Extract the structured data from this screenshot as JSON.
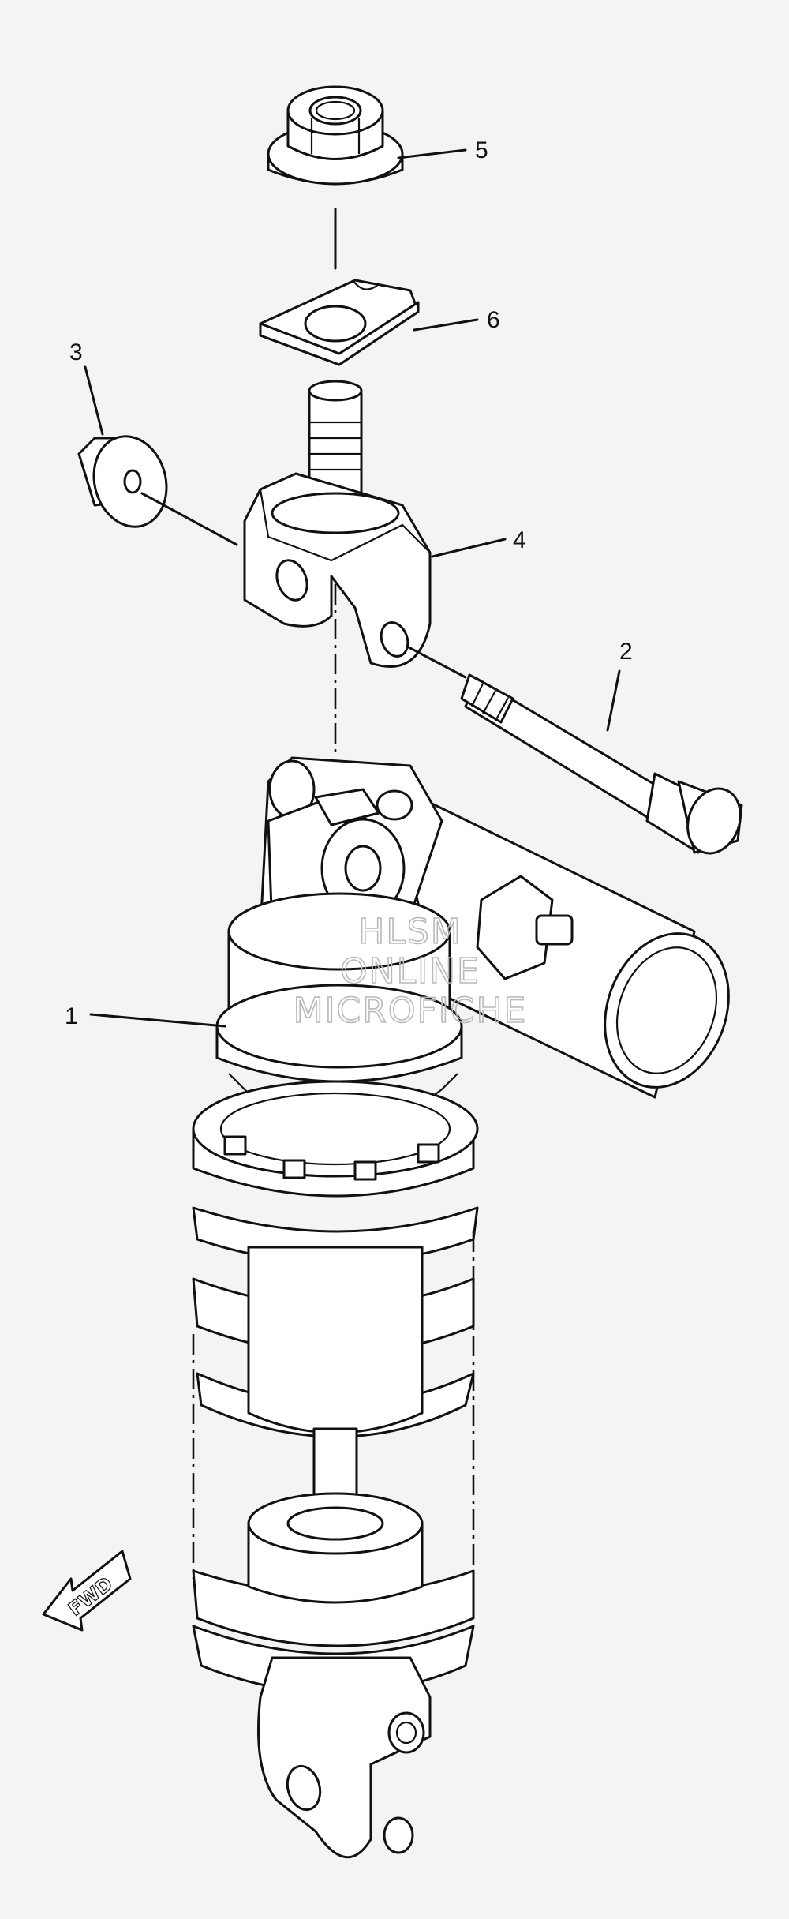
{
  "callouts": [
    {
      "id": "1",
      "label": "1"
    },
    {
      "id": "2",
      "label": "2"
    },
    {
      "id": "3",
      "label": "3"
    },
    {
      "id": "4",
      "label": "4"
    },
    {
      "id": "5",
      "label": "5"
    },
    {
      "id": "6",
      "label": "6"
    }
  ],
  "watermark": {
    "line1": "HLSM",
    "line2": "ONLINE",
    "line3": "MICROFICHE"
  },
  "direction_badge": {
    "label": "FWD"
  }
}
